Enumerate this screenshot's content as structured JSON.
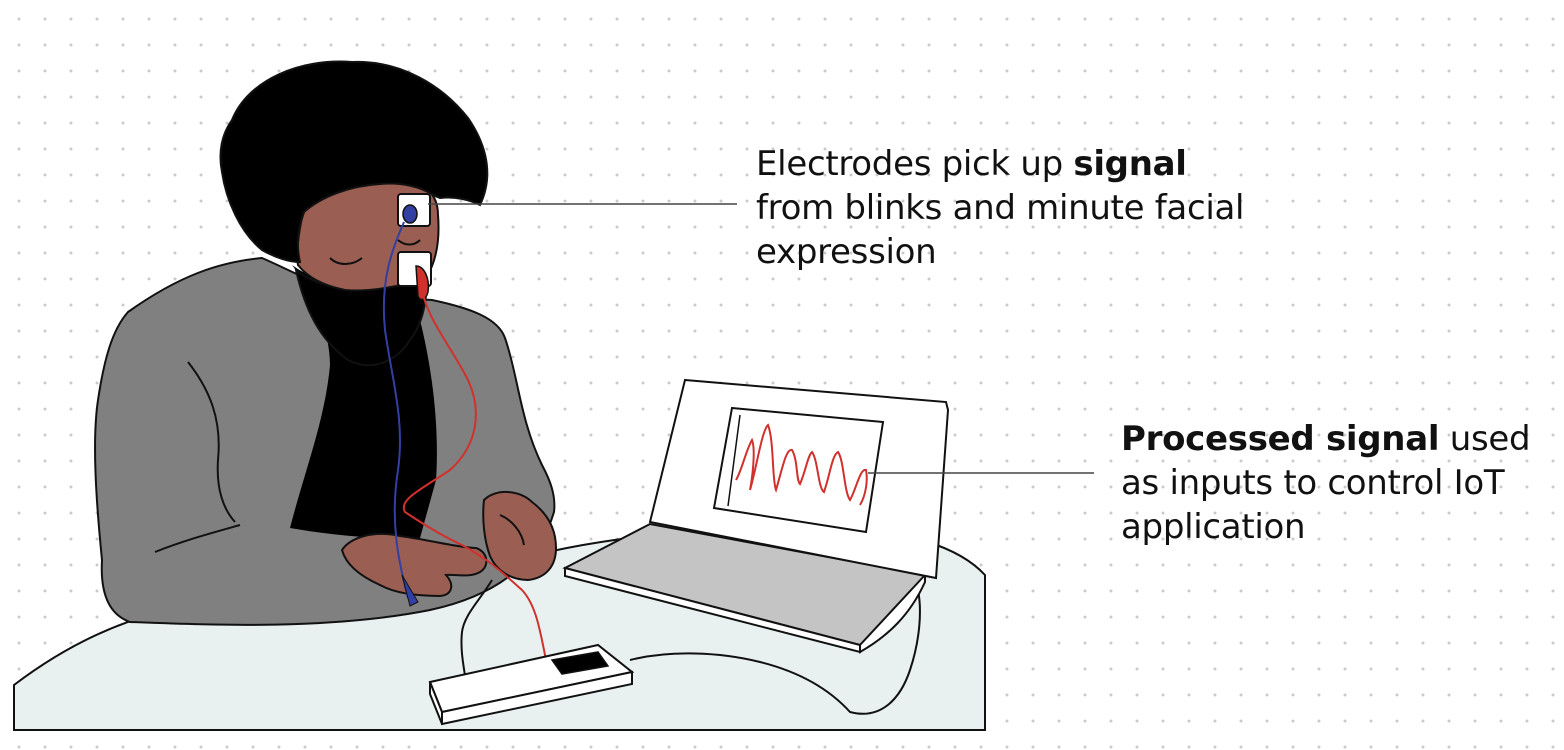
{
  "callouts": {
    "electrodes": {
      "line1_pre": "Electrodes pick up ",
      "line1_bold": "signal",
      "line2": "from blinks and minute facial",
      "line3": "expression"
    },
    "processed": {
      "line1_bold": "Processed signal",
      "line1_post": " used",
      "line2": "as inputs to control IoT",
      "line3": "application"
    }
  },
  "colors": {
    "background": "#ffffff",
    "grid_dots": "#c9c9c9",
    "table": "#e8f1ef",
    "jacket": "#808080",
    "skin": "#9a5e52",
    "hair_and_scarf": "#000000",
    "laptop_base": "#c4c4c4",
    "wire_red": "#d0312d",
    "wire_blue": "#3340a3",
    "outline": "#111111"
  },
  "icons": [
    "person-illustration",
    "electrode-icon",
    "laptop-icon",
    "signal-waveform-icon",
    "sensor-board-icon"
  ]
}
